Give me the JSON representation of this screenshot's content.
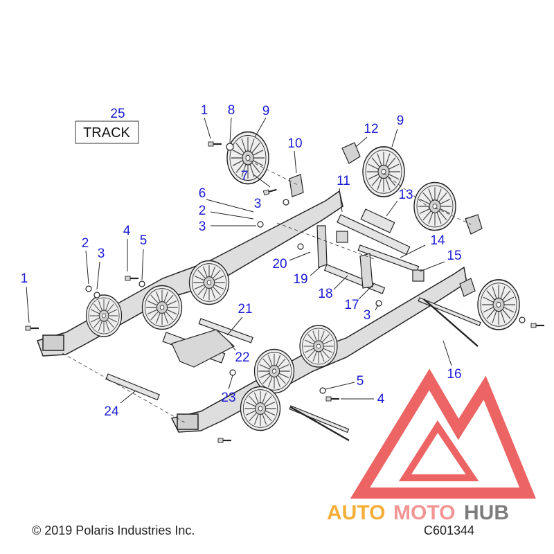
{
  "diagram": {
    "track_box": {
      "callout": "25",
      "label": "TRACK"
    },
    "callouts": [
      "1",
      "8",
      "9",
      "10",
      "12",
      "9",
      "7",
      "3",
      "11",
      "13",
      "6",
      "2",
      "3",
      "4",
      "5",
      "2",
      "3",
      "14",
      "15",
      "20",
      "19",
      "18",
      "17",
      "3",
      "1",
      "21",
      "22",
      "23",
      "24",
      "5",
      "4",
      "16"
    ],
    "copyright": "© 2019 Polaris Industries Inc.",
    "drawing_number": "C601344",
    "watermark": {
      "part1": "AUTO",
      "part2": "MOTO",
      "part3": "HUB"
    }
  },
  "colors": {
    "callout": "#1a1ad6",
    "line": "#222222",
    "part_fill": "#dedede",
    "wm_red": "#e94a4a",
    "wm_orange": "#f5a623",
    "wm_gray": "#6f6f6f"
  }
}
